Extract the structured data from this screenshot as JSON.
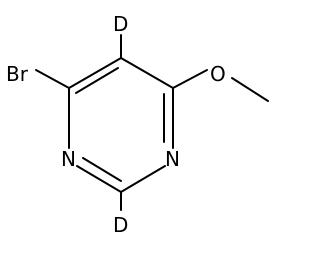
{
  "molecule": {
    "atoms": {
      "bromine": "Br",
      "deuterium_top": "D",
      "deuterium_bottom": "D",
      "nitrogen_left": "N",
      "nitrogen_right": "N",
      "oxygen": "O"
    }
  }
}
